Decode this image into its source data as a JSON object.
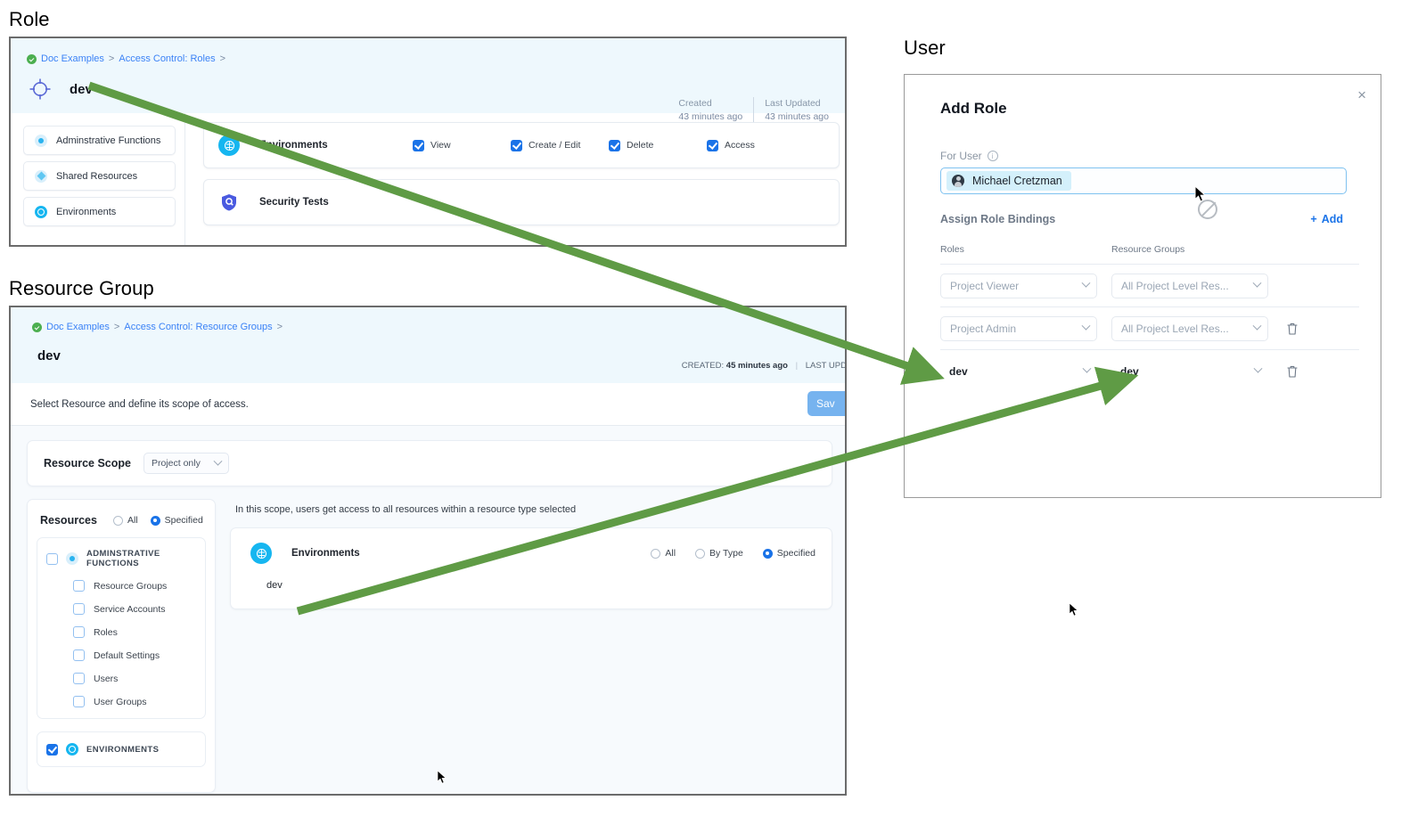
{
  "labels": {
    "role": "Role",
    "resource_group": "Resource Group",
    "user": "User"
  },
  "role_panel": {
    "breadcrumb": {
      "item1": "Doc Examples",
      "sep1": ">",
      "item2": "Access Control: Roles",
      "sep2": ">"
    },
    "title": "dev",
    "meta": [
      {
        "key": "Created",
        "value": "43 minutes ago"
      },
      {
        "key": "Last Updated",
        "value": "43 minutes ago"
      }
    ],
    "nav_items": [
      {
        "label": "Adminstrative Functions",
        "icon": "pale-dot-icon"
      },
      {
        "label": "Shared Resources",
        "icon": "pale-diamond-icon"
      },
      {
        "label": "Environments",
        "icon": "solid-ring-icon"
      }
    ],
    "permission_rows": [
      {
        "name": "Environments",
        "icon": "environments-icon",
        "checks": [
          {
            "label": "View",
            "checked": true
          },
          {
            "label": "Create / Edit",
            "checked": true
          },
          {
            "label": "Delete",
            "checked": true
          },
          {
            "label": "Access",
            "checked": true
          }
        ]
      },
      {
        "name": "Security Tests",
        "icon": "security-shield-icon",
        "checks": []
      }
    ]
  },
  "rg_panel": {
    "breadcrumb": {
      "item1": "Doc Examples",
      "sep1": ">",
      "item2": "Access Control: Resource Groups",
      "sep2": ">"
    },
    "title": "dev",
    "meta_created_key": "CREATED:",
    "meta_created_value": "45 minutes ago",
    "meta_updated_key": "LAST UPD",
    "subbar_hint": "Select Resource and define its scope of access.",
    "save_label": "Sav",
    "scope_label": "Resource Scope",
    "scope_value": "Project only",
    "resources_label": "Resources",
    "resources_radios": [
      {
        "label": "All",
        "selected": false
      },
      {
        "label": "Specified",
        "selected": true
      }
    ],
    "groups": [
      {
        "label": "ADMINSTRATIVE FUNCTIONS",
        "checked": false,
        "items": [
          "Resource Groups",
          "Service Accounts",
          "Roles",
          "Default Settings",
          "Users",
          "User Groups"
        ]
      },
      {
        "label": "ENVIRONMENTS",
        "checked": true,
        "items": []
      }
    ],
    "scope_note": "In this scope, users get access to all resources within a resource type selected",
    "env_card": {
      "name": "Environments",
      "radios": [
        {
          "label": "All",
          "selected": false
        },
        {
          "label": "By Type",
          "selected": false
        },
        {
          "label": "Specified",
          "selected": true
        }
      ],
      "value": "dev"
    }
  },
  "dialog": {
    "close_icon": "×",
    "title": "Add Role",
    "for_user_label": "For User",
    "user_chip": "Michael Cretzman",
    "bindings_label": "Assign Role Bindings",
    "add_label": "Add",
    "add_plus": "+",
    "columns": {
      "roles": "Roles",
      "resource_groups": "Resource Groups"
    },
    "rows": [
      {
        "role": "Project Viewer",
        "resource_group": "All Project Level Res...",
        "muted": true,
        "deletable": false
      },
      {
        "role": "Project Admin",
        "resource_group": "All Project Level Res...",
        "muted": true,
        "deletable": true
      },
      {
        "role": "dev",
        "resource_group": "dev",
        "muted": false,
        "deletable": true
      }
    ]
  },
  "colors": {
    "accent_blue": "#1a73e8",
    "link_blue": "#3b82f6",
    "cyan": "#16b6f0",
    "arrow_green": "#5f9b45",
    "header_bg": "#eef8fd"
  }
}
